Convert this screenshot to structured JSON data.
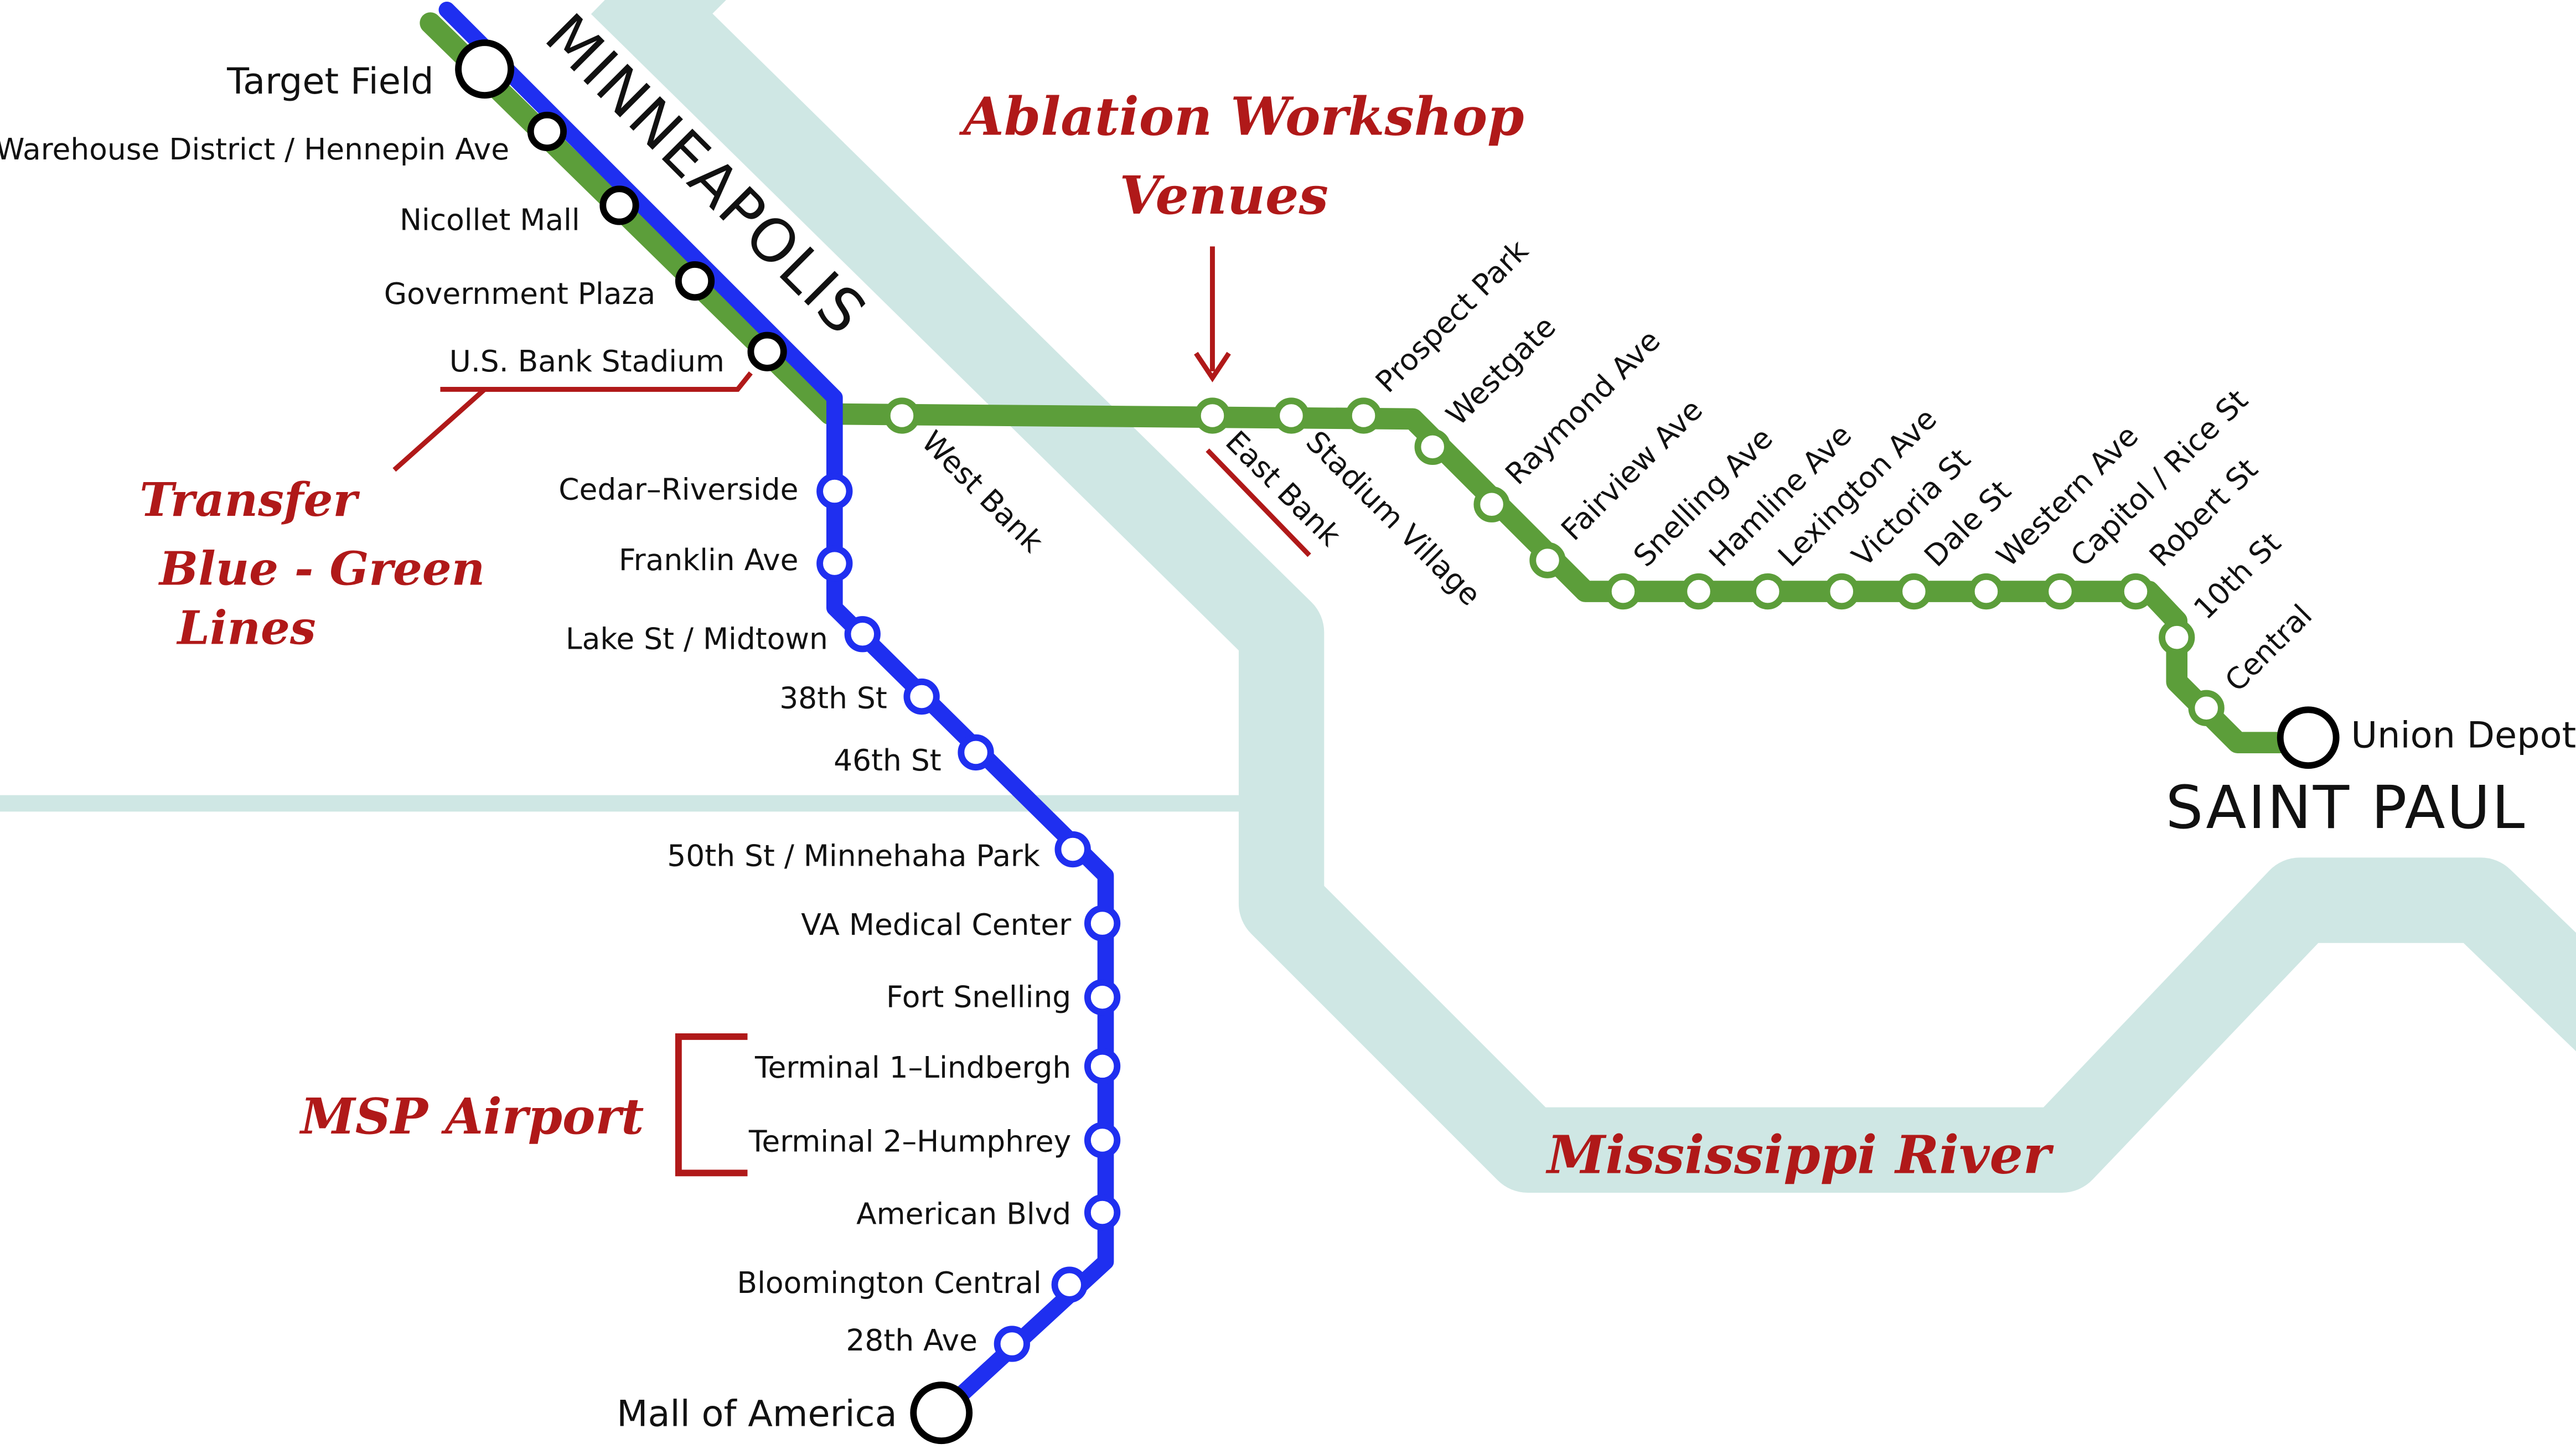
{
  "cities": {
    "minneapolis": "MINNEAPOLIS",
    "saint_paul": "SAINT PAUL"
  },
  "river": {
    "label": "Mississippi River"
  },
  "annotations": {
    "venues_line1": "Ablation Workshop",
    "venues_line2": "Venues",
    "transfer_line1": "Transfer",
    "transfer_line2": "Blue - Green",
    "transfer_line3": "Lines",
    "airport": "MSP Airport"
  },
  "colors": {
    "blue_line": "#1f2ff0",
    "green_line": "#5c9e3a",
    "river": "#cfe7e4",
    "annotation": "#b01919"
  },
  "stations": {
    "shared": [
      "Target Field",
      "Warehouse District / Hennepin Ave",
      "Nicollet Mall",
      "Government Plaza",
      "U.S. Bank Stadium"
    ],
    "blue": [
      "Cedar–Riverside",
      "Franklin Ave",
      "Lake St / Midtown",
      "38th St",
      "46th St",
      "50th St / Minnehaha Park",
      "VA Medical Center",
      "Fort Snelling",
      "Terminal 1–Lindbergh",
      "Terminal 2–Humphrey",
      "American Blvd",
      "Bloomington Central",
      "28th Ave",
      "Mall of America"
    ],
    "green": [
      "West Bank",
      "East Bank",
      "Stadium Village",
      "Prospect Park",
      "Westgate",
      "Raymond Ave",
      "Fairview Ave",
      "Snelling Ave",
      "Hamline Ave",
      "Lexington Ave",
      "Victoria St",
      "Dale St",
      "Western Ave",
      "Capitol / Rice St",
      "Robert St",
      "10th St",
      "Central",
      "Union Depot"
    ]
  }
}
